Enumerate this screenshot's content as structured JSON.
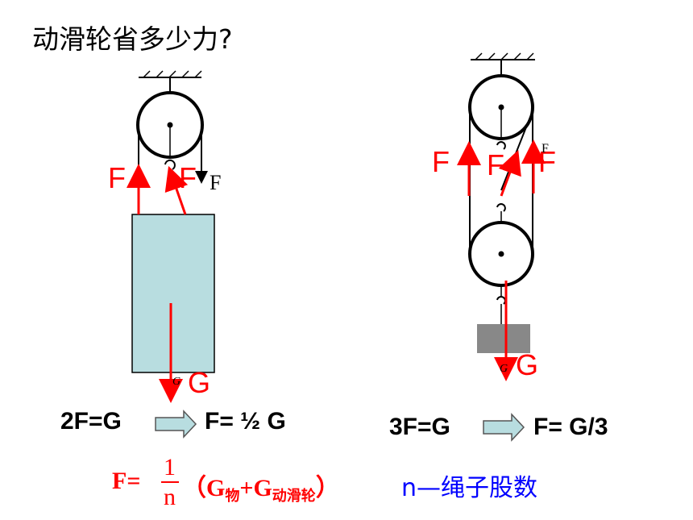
{
  "title": "动滑轮省多少力?",
  "left_diagram": {
    "force_labels": [
      "F",
      "F"
    ],
    "pulled_label": "F",
    "weight_label_small": "G",
    "weight_label": "G"
  },
  "right_diagram": {
    "force_labels": [
      "F",
      "F",
      "F"
    ],
    "small_label_top": "F",
    "weight_label_small": "G",
    "weight_label": "G"
  },
  "equations": {
    "left_lhs": "2F=G",
    "left_rhs": "F= ½ G",
    "right_lhs": "3F=G",
    "right_rhs": "F= G/3"
  },
  "formula": {
    "prefix": "F=",
    "frac_num": "1",
    "frac_den": "n",
    "open": "（G",
    "sub1": "物",
    "plus": "+G",
    "sub2": "动滑轮",
    "close": "）",
    "note": "n—绳子股数"
  },
  "colors": {
    "force_arrow": "#ff0000",
    "block": "#b8dde0",
    "weight_box": "#888888",
    "hollow_arrow": "#b8dde0",
    "note": "#0000ff"
  }
}
